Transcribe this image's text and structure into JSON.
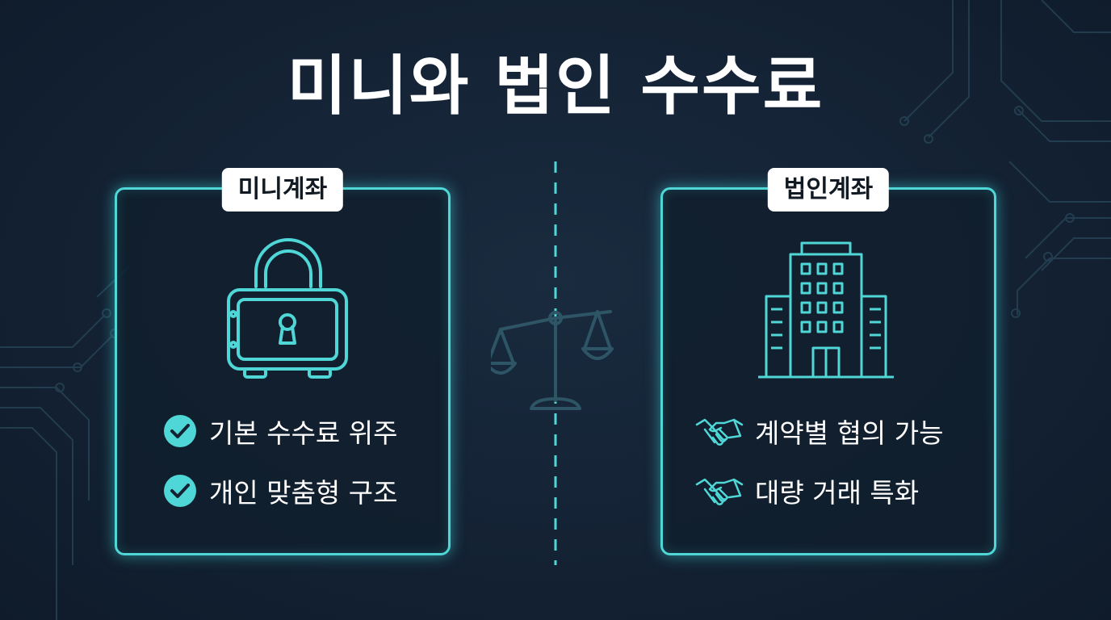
{
  "title": "미니와 법인 수수료",
  "colors": {
    "background": "#152435",
    "accent": "#4fd6d6",
    "text": "#ffffff",
    "label_bg": "#ffffff",
    "label_text": "#111922"
  },
  "cards": [
    {
      "label": "미니계좌",
      "icon": "padlock-safe-icon",
      "features": [
        {
          "icon": "check-circle-icon",
          "text": "기본 수수료 위주"
        },
        {
          "icon": "check-circle-icon",
          "text": "개인 맞춤형 구조"
        }
      ]
    },
    {
      "label": "법인계좌",
      "icon": "office-building-icon",
      "features": [
        {
          "icon": "handshake-icon",
          "text": "계약별 협의 가능"
        },
        {
          "icon": "handshake-icon",
          "text": "대량 거래 특화"
        }
      ]
    }
  ],
  "center_icon": "balance-scale-icon"
}
